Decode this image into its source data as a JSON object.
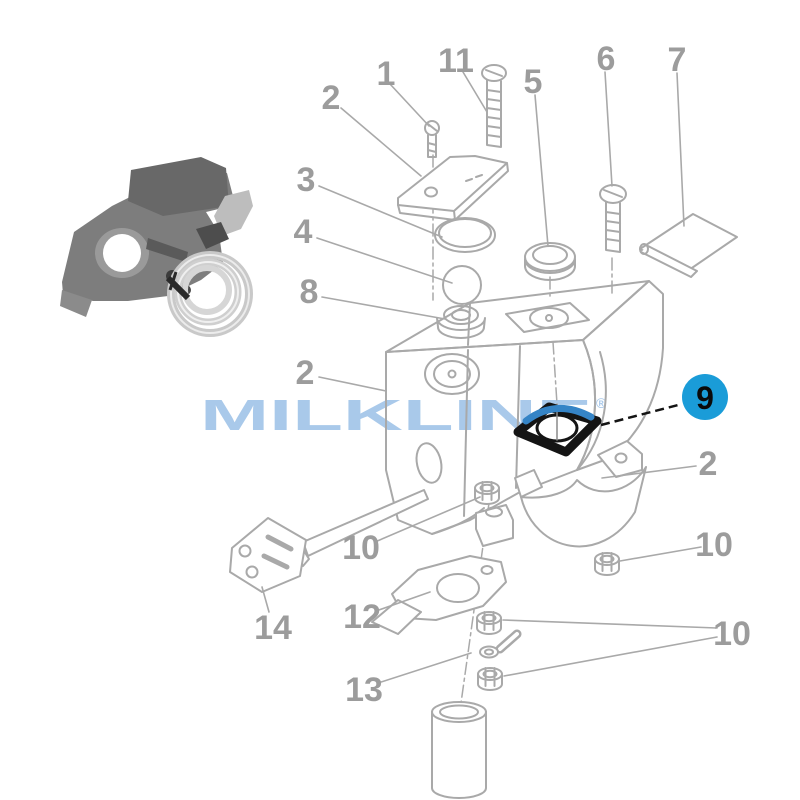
{
  "branding": {
    "watermark_text": "MILKLINE",
    "registered_symbol": "®"
  },
  "highlighted_part": {
    "number": "9",
    "badge_color": "#1a9cd8",
    "number_color": "#0a0a0a"
  },
  "colors": {
    "background": "#ffffff",
    "diagram_line": "#a9a9a9",
    "callout_text": "#9c9c9c",
    "watermark": "#a9c9ea",
    "part_highlight": "#141414",
    "part_highlight_accent": "#3584c6"
  },
  "callouts": [
    {
      "text": "2"
    },
    {
      "text": "1"
    },
    {
      "text": "11"
    },
    {
      "text": "5"
    },
    {
      "text": "6"
    },
    {
      "text": "7"
    },
    {
      "text": "3"
    },
    {
      "text": "4"
    },
    {
      "text": "8"
    },
    {
      "text": "2"
    },
    {
      "text": "2"
    },
    {
      "text": "10"
    },
    {
      "text": "10"
    },
    {
      "text": "12"
    },
    {
      "text": "14"
    },
    {
      "text": "13"
    },
    {
      "text": "10"
    }
  ]
}
